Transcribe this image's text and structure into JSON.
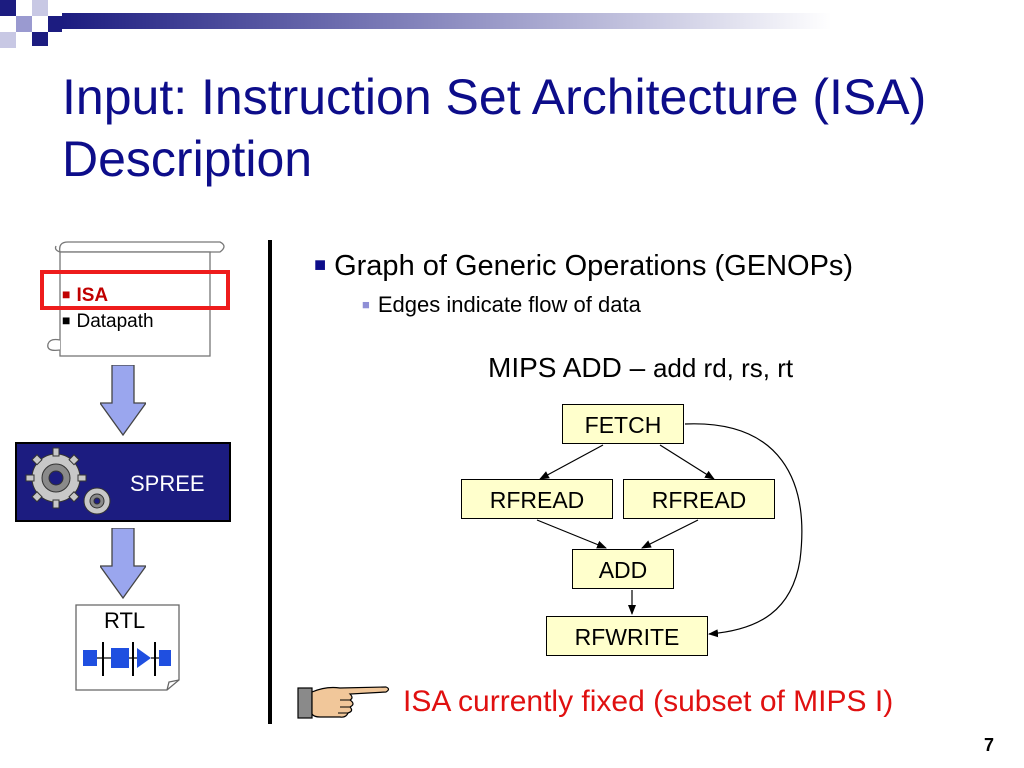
{
  "title": "Input: Instruction Set Architecture (ISA) Description",
  "page_number": "7",
  "left_flow": {
    "scroll_items": [
      {
        "marker": "■",
        "label": "ISA"
      },
      {
        "marker": "■",
        "label": "Datapath"
      }
    ],
    "spree_label": "SPREE",
    "rtl_label": "RTL"
  },
  "bullets": {
    "main_marker": "■",
    "main": "Graph of Generic Operations (GENOPs)",
    "sub_marker": "■",
    "sub": "Edges indicate flow of data"
  },
  "diagram": {
    "caption_prefix": "MIPS ADD – ",
    "caption_cmd": "add rd, rs, rt",
    "nodes": {
      "fetch": "FETCH",
      "rfread1": "RFREAD",
      "rfread2": "RFREAD",
      "add": "ADD",
      "rfwrite": "RFWRITE"
    }
  },
  "footnote": "ISA currently fixed (subset of MIPS I)",
  "colors": {
    "title": "#0d0d8a",
    "node_fill": "#ffffcc",
    "highlight": "#ee1c1c",
    "spree_bg": "#1c1c80",
    "footnote": "#e01010",
    "arrow_fill": "#9aa6ee"
  },
  "icons": [
    "gear-icon",
    "pointing-hand-icon",
    "scroll-icon",
    "document-icon"
  ]
}
